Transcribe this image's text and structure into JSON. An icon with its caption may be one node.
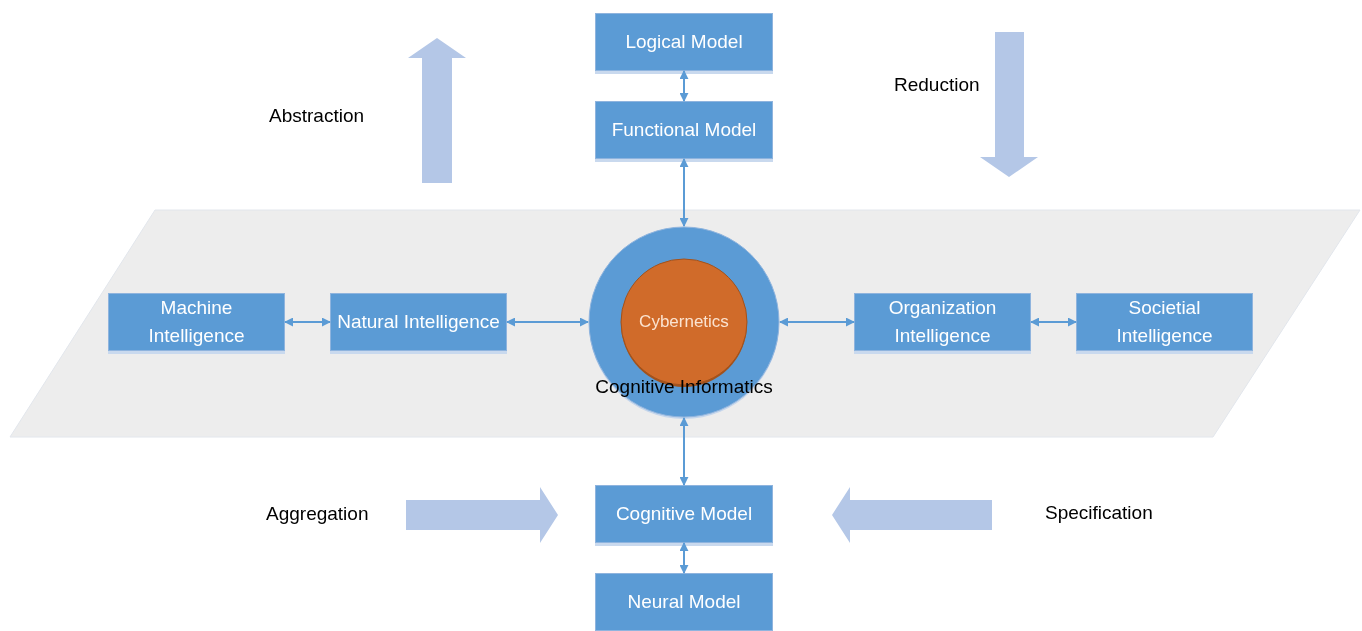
{
  "diagram": {
    "nodes": [
      {
        "text": [
          "Logical Model"
        ]
      },
      {
        "text": [
          "Functional Model"
        ]
      },
      {
        "text": [
          "Machine Intelligence"
        ]
      },
      {
        "text": [
          "Natural Intelligence"
        ]
      },
      {
        "text": [
          "Cognitive Informatics"
        ]
      },
      {
        "text": [
          "Cybernetics"
        ],
        "in": 4
      },
      {
        "text": [
          "Organization Intelligence"
        ]
      },
      {
        "text": [
          "Societial Intelligence"
        ]
      },
      {
        "text": [
          "Cognitive Model"
        ]
      },
      {
        "text": [
          "Neural Model"
        ]
      }
    ],
    "edges": [
      {
        "from": 0,
        "to": 1,
        "arrow": "both"
      },
      {
        "from": 1,
        "to": 4,
        "arrow": "both"
      },
      {
        "from": 2,
        "to": 3,
        "arrow": "both"
      },
      {
        "from": 3,
        "to": 4,
        "arrow": "both"
      },
      {
        "from": 4,
        "to": 6,
        "arrow": "both"
      },
      {
        "from": 6,
        "to": 7,
        "arrow": "both"
      },
      {
        "from": 4,
        "to": 8,
        "arrow": "both"
      },
      {
        "from": 8,
        "to": 9,
        "arrow": "both"
      }
    ],
    "labels": [
      "Abstraction",
      "Reduction",
      "Aggregation",
      "Specification"
    ]
  }
}
